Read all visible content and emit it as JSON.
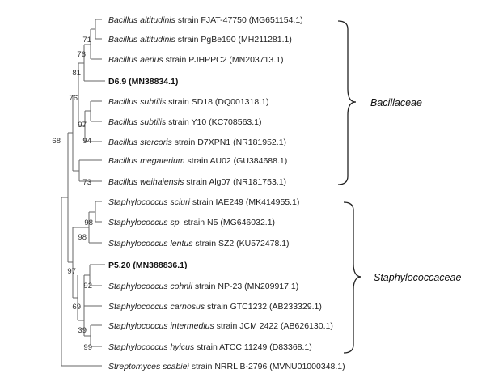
{
  "taxa": [
    {
      "id": "t1",
      "genus": "Bacillus",
      "species": "altitudinis",
      "rest": " strain FJAT-47750 (MG651154.1)",
      "bold": false
    },
    {
      "id": "t2",
      "genus": "Bacillus",
      "species": "altitudinis",
      "rest": " strain PgBe190 (MH211281.1)",
      "bold": false
    },
    {
      "id": "t3",
      "genus": "Bacillus",
      "species": "aerius",
      "rest": " strain PJHPPC2 (MN203713.1)",
      "bold": false
    },
    {
      "id": "t4",
      "label": "D6.9 (MN38834.1)",
      "bold": true
    },
    {
      "id": "t5",
      "genus": "Bacillus",
      "species": "subtilis",
      "rest": " strain SD18 (DQ001318.1)",
      "bold": false
    },
    {
      "id": "t6",
      "genus": "Bacillus",
      "species": "subtilis",
      "rest": " strain Y10  (KC708563.1)",
      "bold": false
    },
    {
      "id": "t7",
      "genus": "Bacillus",
      "species": "stercoris",
      "rest": " strain D7XPN1  (NR181952.1)",
      "bold": false
    },
    {
      "id": "t8",
      "genus": "Bacillus",
      "species": "megaterium",
      "rest": " strain AU02  (GU384688.1)",
      "bold": false
    },
    {
      "id": "t9",
      "genus": "Bacillus",
      "species": "weihaiensis",
      "rest": " strain Alg07  (NR181753.1)",
      "bold": false
    },
    {
      "id": "t10",
      "genus": "Staphylococcus",
      "species": "sciuri",
      "rest": " strain IAE249  (MK414955.1)",
      "bold": false
    },
    {
      "id": "t11",
      "genus": "Staphylococcus",
      "species": "sp.",
      "rest": " strain N5  (MG646032.1)",
      "bold": false
    },
    {
      "id": "t12",
      "genus": "Staphylococcus",
      "species": "lentus",
      "rest": " strain SZ2  (KU572478.1)",
      "bold": false
    },
    {
      "id": "t13",
      "label": "P5.20 (MN388836.1)",
      "bold": true
    },
    {
      "id": "t14",
      "genus": "Staphylococcus",
      "species": "cohnii",
      "rest": " strain NP-23  (MN209917.1)",
      "bold": false
    },
    {
      "id": "t15",
      "genus": "Staphylococcus",
      "species": "carnosus",
      "rest": " strain GTC1232  (AB233329.1)",
      "bold": false
    },
    {
      "id": "t16",
      "genus": "Staphylococcus",
      "species": "intermedius",
      "rest": " strain JCM 2422  (AB626130.1)",
      "bold": false
    },
    {
      "id": "t17",
      "genus": "Staphylococcus",
      "species": "hyicus",
      "rest": " strain ATCC 11249  (D83368.1)",
      "bold": false
    },
    {
      "id": "t18",
      "genus": "Streptomyces",
      "species": "scabiei",
      "rest": " strain NRRL B-2796  (MVNU01000348.1)",
      "bold": false
    }
  ],
  "bootstrap_values": [
    "71",
    "76",
    "81",
    "76",
    "97",
    "94",
    "68",
    "73",
    "98",
    "98",
    "97",
    "92",
    "69",
    "39",
    "99"
  ],
  "families": [
    {
      "name": "Bacillaceae"
    },
    {
      "name": "Staphylococcaceae"
    }
  ],
  "colors": {
    "branch": "#666666",
    "text": "#222222",
    "bracket": "#222222"
  }
}
